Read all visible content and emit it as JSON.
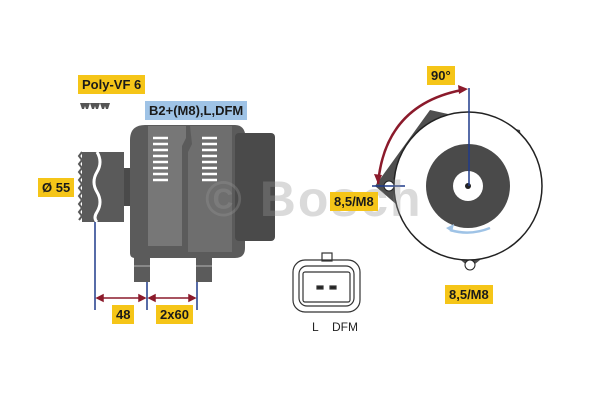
{
  "diagram": {
    "belt_type": "Poly-VF 6",
    "terminals": "B2+(M8),L,DFM",
    "pulley_diameter": "Ø 55",
    "dim_left": "48",
    "dim_right": "2x60",
    "angle": "90°",
    "mount_left": "8,5/M8",
    "mount_bottom": "8,5/M8",
    "connector_pin_l": "L",
    "connector_pin_dfm": "DFM",
    "watermark": "© Bosch"
  },
  "colors": {
    "label_yellow": "#f5c518",
    "label_blue": "#9fc3e6",
    "arrow_red": "#8b1a2b",
    "dim_line_blue": "#1f3a8a",
    "body_gray": "#6b6b6b",
    "body_dark": "#4a4a4a"
  }
}
